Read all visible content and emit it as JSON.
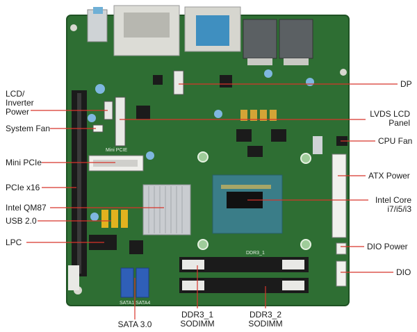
{
  "colors": {
    "pcb": "#2e6e33",
    "pcb_dark": "#1f5224",
    "callout_line": "#d8342a",
    "text": "#1a1a1a",
    "connector_black": "#1b1b1b",
    "connector_white": "#e9e9e6",
    "heatsink": "#c9ccd0",
    "sata_blue": "#2f5fb8",
    "header_yellow": "#e2b21f",
    "vga_blue": "#3f8fc0"
  },
  "callouts": {
    "lcd_inverter_power": "LCD/\nInverter\nPower",
    "system_fan": "System Fan",
    "mini_pcie": "Mini PCIe",
    "pcie_x16": "PCIe x16",
    "intel_qm87": "Intel QM87",
    "usb_2_0": "USB 2.0",
    "lpc": "LPC",
    "sata_3_0": "SATA 3.0",
    "ddr3_1_sodimm": "DDR3_1\nSODIMM",
    "ddr3_2_sodimm": "DDR3_2\nSODIMM",
    "dp": "DP",
    "lvds_lcd_panel": "LVDS LCD\nPanel",
    "cpu_fan": "CPU Fan",
    "atx_power": "ATX Power",
    "intel_core": "Intel Core\ni7/i5/i3",
    "dio_power": "DIO Power",
    "dio": "DIO"
  },
  "silkscreen": {
    "mini_pcie_label": "Mini PCIE",
    "ddr3_label": "DDR3_1",
    "sata_label": "SATA1  SATA4"
  }
}
